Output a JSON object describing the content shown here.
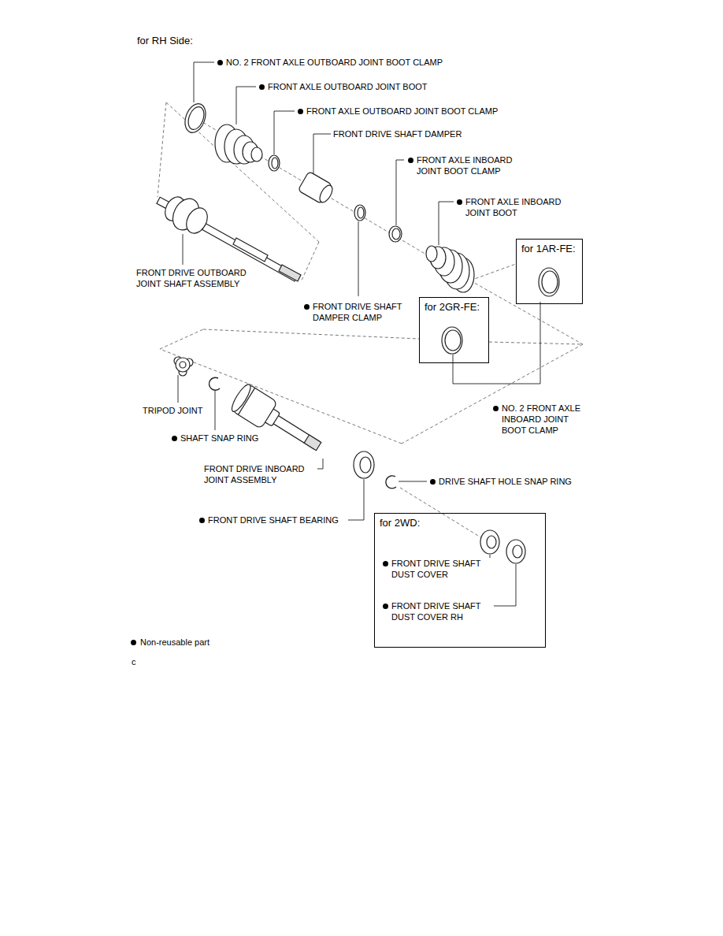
{
  "diagram": {
    "title": "for RH Side:",
    "nodes": [
      {
        "text": [
          "for 1AR-FE:"
        ]
      },
      {
        "text": [
          "for 2GR-FE:"
        ]
      },
      {
        "text": [
          "for 2WD:"
        ]
      }
    ],
    "labels": [
      "NO. 2 FRONT AXLE OUTBOARD JOINT BOOT CLAMP",
      "FRONT AXLE OUTBOARD JOINT BOOT",
      "FRONT AXLE OUTBOARD JOINT BOOT CLAMP",
      "FRONT DRIVE SHAFT DAMPER",
      "FRONT AXLE INBOARD JOINT BOOT CLAMP",
      "FRONT AXLE INBOARD JOINT BOOT",
      "FRONT DRIVE OUTBOARD JOINT SHAFT ASSEMBLY",
      "FRONT DRIVE SHAFT DAMPER CLAMP",
      "TRIPOD JOINT",
      "SHAFT SNAP RING",
      "FRONT DRIVE INBOARD JOINT ASSEMBLY",
      "NO. 2 FRONT AXLE INBOARD JOINT BOOT CLAMP",
      "DRIVE SHAFT HOLE SNAP RING",
      "FRONT DRIVE SHAFT BEARING",
      "FRONT DRIVE SHAFT DUST COVER",
      "FRONT DRIVE SHAFT DUST COVER RH",
      "c"
    ],
    "legend": [
      {
        "text": "Non-reusable part"
      }
    ]
  }
}
